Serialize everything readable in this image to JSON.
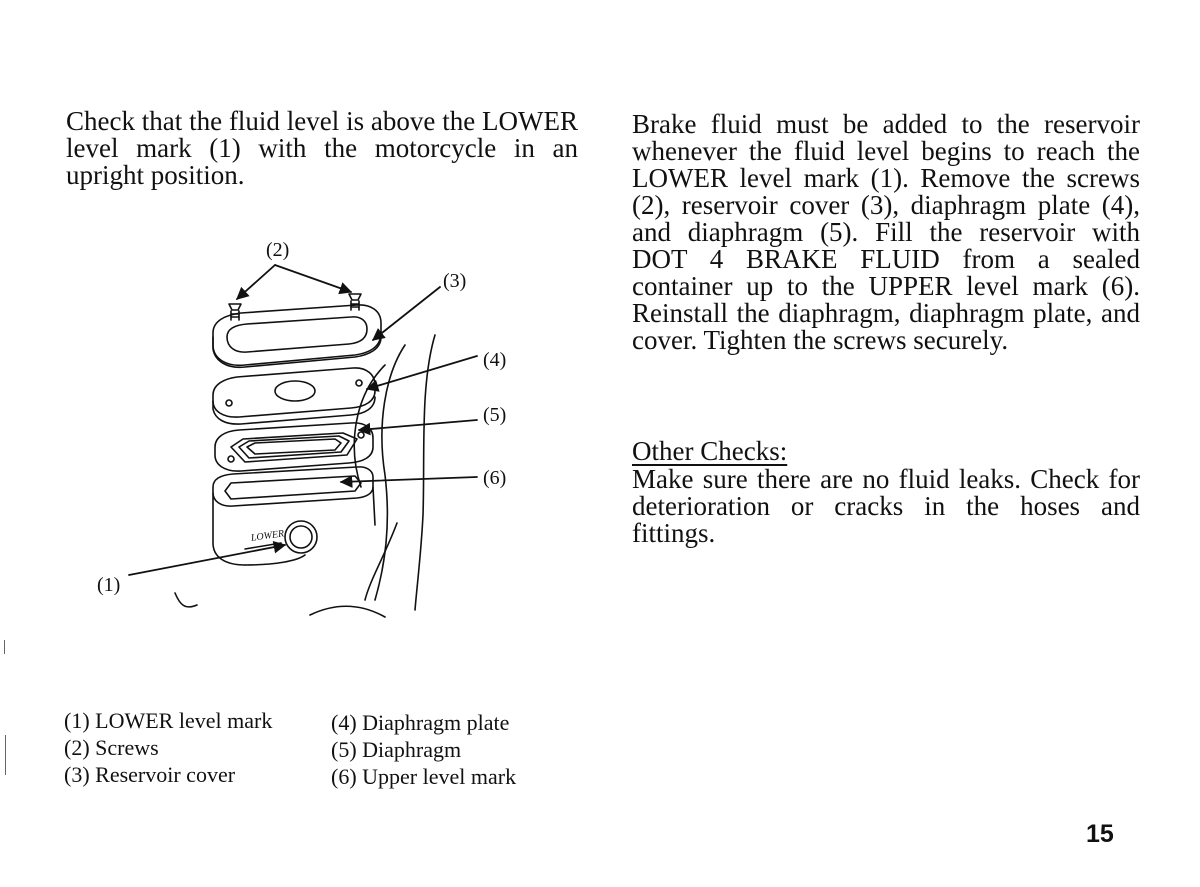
{
  "left_intro": "Check that the fluid level is above the LOWER level mark (1) with the motorcycle in an upright position.",
  "figure": {
    "callouts": [
      "(1)",
      "(2)",
      "(3)",
      "(4)",
      "(5)",
      "(6)"
    ],
    "body_label": "LOWER"
  },
  "legend": {
    "left": [
      "(1) LOWER level mark",
      "(2) Screws",
      "(3) Reservoir cover"
    ],
    "right": [
      "(4) Diaphragm plate",
      "(5) Diaphragm",
      "(6) Upper level mark"
    ]
  },
  "right_body": "Brake fluid must be added to the reservoir whenever the fluid level begins to reach the LOWER level mark (1). Remove the screws (2), reservoir cover (3), diaphragm plate (4), and diaphragm (5). Fill the reservoir with DOT 4 BRAKE FLUID from a sealed container up to the UPPER level mark (6). Reinstall the diaphragm, diaphragm plate, and cover. Tighten the screws securely.",
  "other_checks": {
    "heading": "Other Checks:",
    "body": "Make sure there are no fluid leaks. Check for deterioration or cracks in the hoses and fittings."
  },
  "page_number": "15"
}
